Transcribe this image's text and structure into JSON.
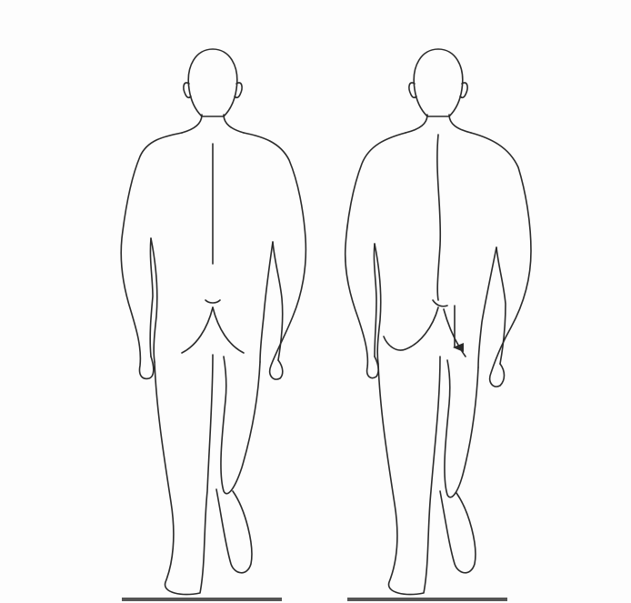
{
  "figure": {
    "panels": [
      {
        "id": "left",
        "view": "posterior",
        "pelvis_drop_arrow": false
      },
      {
        "id": "right",
        "view": "posterior",
        "pelvis_drop_arrow": true
      }
    ]
  },
  "colors": {
    "line": "#2a2a2a",
    "floor": "#555555",
    "background": "#fdfdfd"
  }
}
